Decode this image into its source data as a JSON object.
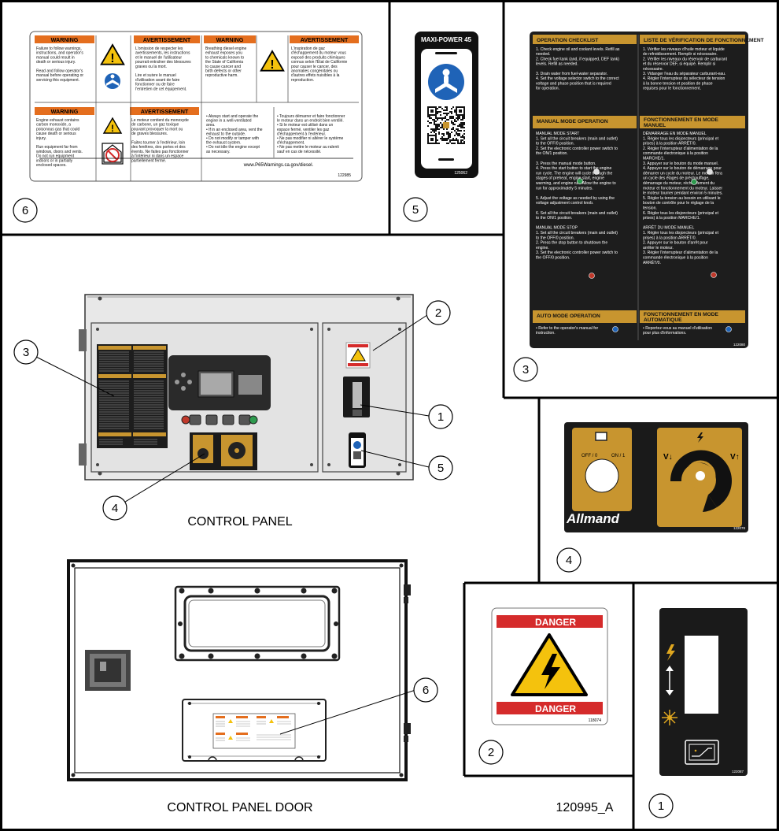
{
  "captions": {
    "control_panel": "CONTROL PANEL",
    "control_panel_door": "CONTROL PANEL DOOR",
    "figure_id": "120995_A"
  },
  "callouts": [
    "1",
    "2",
    "3",
    "4",
    "5",
    "6"
  ],
  "decal_6": {
    "panels": [
      {
        "header": "WARNING",
        "text": [
          "Failure to follow warnings,",
          "instructions, and operator's",
          "manual could result in",
          "death or serious injury.",
          "",
          "Read and follow operator's",
          "manual before operating or",
          "servicing this equipment."
        ]
      },
      {
        "header": "AVERTISSEMENT",
        "text": [
          "L'omission de respecter les",
          "avertissements, les instructions",
          "et le manuel de l'utilisateur",
          "pourrait entraîner des blessures",
          "graves ou la mort.",
          "",
          "Lire et suivre le manuel",
          "d'utilisation avant de faire",
          "fonctionner ou de faire",
          "l'entretien de cet équipement."
        ]
      },
      {
        "header": "WARNING",
        "text": [
          "Breathing diesel engine",
          "exhaust exposes you",
          "to chemicals known to",
          "the State of California",
          "to cause cancer and",
          "birth defects or other",
          "reproductive harm."
        ]
      },
      {
        "header": "AVERTISSEMENT",
        "text": [
          "L'inspiration de gaz",
          "d'échappement du moteur vous",
          "exposé des produits chimiques",
          "connus selon l'État de Californie",
          "pour causer le cancer, des",
          "anomalies congénitales ou",
          "d'autres effets nuisibles à la",
          "reproduction."
        ]
      },
      {
        "header": "WARNING",
        "text": [
          "Engine exhaust contains",
          "carbon monoxide, a",
          "poisonous gas that could",
          "cause death or serious",
          "injury.",
          "",
          "Run equipment far from",
          "windows, doors and vents.",
          "Do not run equipment",
          "indoors or in partially",
          "enclosed spaces."
        ]
      },
      {
        "header": "AVERTISSEMENT",
        "text": [
          "Le moteur contient du monoxyde",
          "de carbone, un gaz toxique",
          "pouvant provoquer la mort ou",
          "de graves blessures.",
          "",
          "Faites tourner à l'extérieur, loin",
          "des fenêtres, des portes et des",
          "évents. Ne faites pas fonctionner",
          "à l'intérieur ni dans un espace",
          "partiellement fermé."
        ]
      }
    ],
    "bullets_en": [
      "• Always start and operate the",
      "  engine in a well-ventilated",
      "  area.",
      "• If in an enclosed area, vent the",
      "  exhaust to the outside.",
      "• Do not modify or tamper with",
      "  the exhaust system.",
      "• Do not idle the engine except",
      "  as necessary."
    ],
    "bullets_fr": [
      "• Toujours démarrer et faire fonctionner",
      "  le moteur dans un endroit bien ventilé.",
      "• Si le moteur est utilisé dans un",
      "  espace fermé, ventiler les gaz",
      "  d'échappement à l'extérieur.",
      "• Ne pas modifier ni altérer le système",
      "  d'échappement.",
      "• Ne pas mettre le moteur au ralenti",
      "  sauf en cas de nécessité."
    ],
    "url": "www.P65Warnings.ca.gov/diesel.",
    "part": "122985"
  },
  "decal_5": {
    "title": "MAXI-POWER 45",
    "part": "125062"
  },
  "decal_3": {
    "sections": [
      {
        "en_title": "OPERATION CHECKLIST",
        "fr_title": "LISTE DE VÉRIFICATION DE FONCTIONNEMENT",
        "en": [
          "1. Check engine oil and coolant levels. Refill as",
          "    needed.",
          "2. Check fuel tank (and, if equipped, DEF tank)",
          "    levels. Refill as needed.",
          "",
          "3. Drain water from fuel-water separator.",
          "4. Set the voltage selector switch to the correct",
          "    voltage and phase position that is required",
          "    for operation."
        ],
        "fr": [
          "1. Vérifier les niveaux d'huile moteur et liquide",
          "    de refroidissement. Remplir si nécessaire.",
          "2. Vérifier les niveaux du réservoir de carburant",
          "    et du réservoir DEF, si équipé. Remplir si",
          "    nécessaire.",
          "3. Vidanger l'eau du séparateur carburant-eau.",
          "4. Régler l'interrupteur du sélecteur de tension",
          "    à la bonne tension et position de phase",
          "    requises pour le fonctionnement."
        ]
      },
      {
        "en_title": "MANUAL MODE OPERATION",
        "fr_title": "FONCTIONNEMENT EN MODE MANUEL",
        "en": [
          "MANUAL MODE START",
          "1. Set all the circuit breakers (main and outlet)",
          "    to the OFF/0 position.",
          "2. Set the electronic controller power switch to",
          "    the ON/1 position.",
          "",
          "3. Press the manual mode button.",
          "4. Press the start button to start the engine",
          "    run cycle. The engine will cycle through the",
          "    stages of preheat, engine start, engine",
          "    warming, and engine run.  Allow the engine to",
          "    run for approximately 5 minutes.",
          "",
          "5. Adjust the voltage as needed by using the",
          "    voltage adjustment control knob.",
          "",
          "6. Set all the circuit breakers (main and outlet)",
          "    to the ON/1 position.",
          "",
          "MANUAL MODE STOP",
          "1. Set all the circuit breakers (main and outlet)",
          "    to the OFF/0 position.",
          "2. Press the stop button to shutdown the",
          "    engine.",
          "3. Set the electronic controller power switch to",
          "    the OFF/0 position."
        ],
        "fr": [
          "DÉMARRAGE EN MODE MANUEL",
          "1. Régler tous les disjoncteurs (principal et",
          "    prises) à la position ARRÊT/0.",
          "2. Régler l'interrupteur d'alimentation de la",
          "    commande électronique à la position",
          "    MARCHE/1.",
          "3. Appuyer sur le bouton du mode manuel.",
          "4. Appuyer sur le bouton de démarrage pour",
          "    démarrer un cycle du moteur. Le moteur fera",
          "    un cycle des étages de préchauffage,",
          "    démarrage du moteur, réchauffement du",
          "    moteur et fonctionnement du moteur.  Laisser",
          "    le moteur tourner pendant environ 5 minutes.",
          "5. Régler la tension au besoin en utilisant le",
          "    bouton de contrôle pour le réglage de la",
          "    tension.",
          "6. Régler tous les disjoncteurs (principal et",
          "    prises) à la position MARCHE/1.",
          "",
          "ARRÊT DU MODE MANUEL",
          "1. Régler tous les disjoncteurs (principal et",
          "    prises) à la position ARRÊT/0.",
          "2. Appuyer sur le bouton d'arrêt pour",
          "    arrêter le moteur.",
          "3. Régler l'interrupteur d'alimentation de la",
          "    commande électronique à la position",
          "    ARRÊT/0."
        ]
      },
      {
        "en_title": "AUTO MODE OPERATION",
        "fr_title": "FONCTIONNEMENT EN MODE AUTOMATIQUE",
        "en": [
          "•  Refer to the operator's manual for",
          "    instruction."
        ],
        "fr": [
          "•  Reportez-vous au manuel d'utilisation",
          "    pour plus d'informations."
        ]
      }
    ],
    "part": "122080"
  },
  "decal_4": {
    "off_label": "OFF / 0",
    "on_label": "ON / 1",
    "v_down": "V↓",
    "v_up": "V↑",
    "brand": "Allmand",
    "part": "122078"
  },
  "decal_2": {
    "header": "DANGER",
    "footer": "DANGER",
    "part": "118074"
  },
  "decal_1": {
    "part": "122087"
  }
}
